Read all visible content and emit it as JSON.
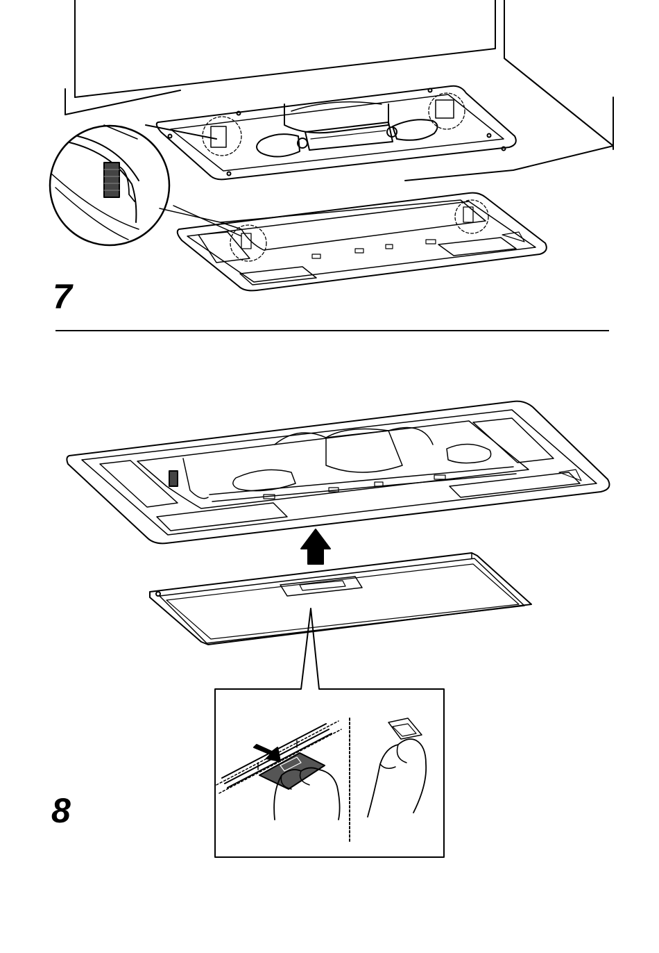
{
  "steps": [
    {
      "number": "7"
    },
    {
      "number": "8"
    }
  ],
  "icons": {
    "step7": [
      "cooker-hood-underside",
      "light-cover-panel",
      "clip-detail-magnifier"
    ],
    "step8": [
      "light-cover-panel",
      "arrow-up-icon",
      "grease-filter",
      "filter-handle-detail",
      "hand-icon"
    ]
  },
  "colors": {
    "line": "#000000",
    "fill_dark": "#444444",
    "background": "#ffffff"
  }
}
